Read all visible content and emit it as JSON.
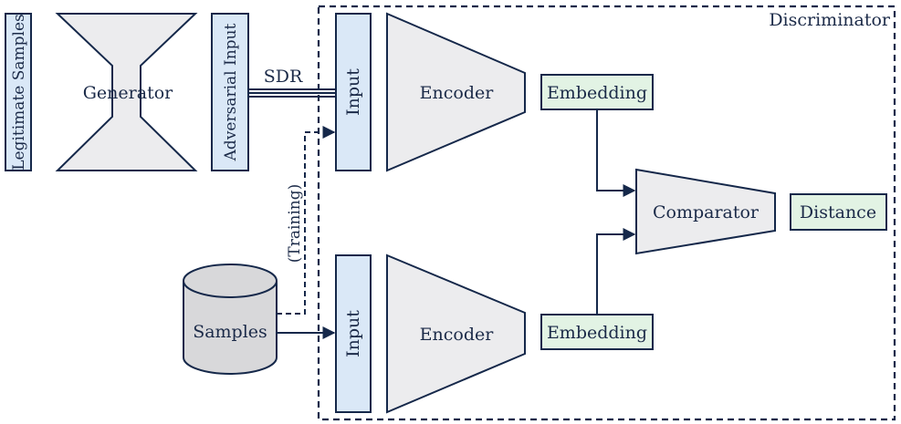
{
  "diagram": {
    "legitimate_samples": "Legitimate Samples",
    "generator": "Generator",
    "adversarial_input": "Adversarial Input",
    "sdr": "SDR",
    "discriminator": "Discriminator",
    "input_top": "Input",
    "encoder_top": "Encoder",
    "embedding_top": "Embedding",
    "comparator": "Comparator",
    "distance": "Distance",
    "training": "(Training)",
    "samples": "Samples",
    "input_bottom": "Input",
    "encoder_bottom": "Encoder",
    "embedding_bottom": "Embedding"
  },
  "colors": {
    "stroke": "#15284a",
    "input_fill": "#dae8f7",
    "embedding_fill": "#e2f3e4",
    "shape_fill": "#ececee",
    "cylinder_fill": "#d8d8da"
  }
}
